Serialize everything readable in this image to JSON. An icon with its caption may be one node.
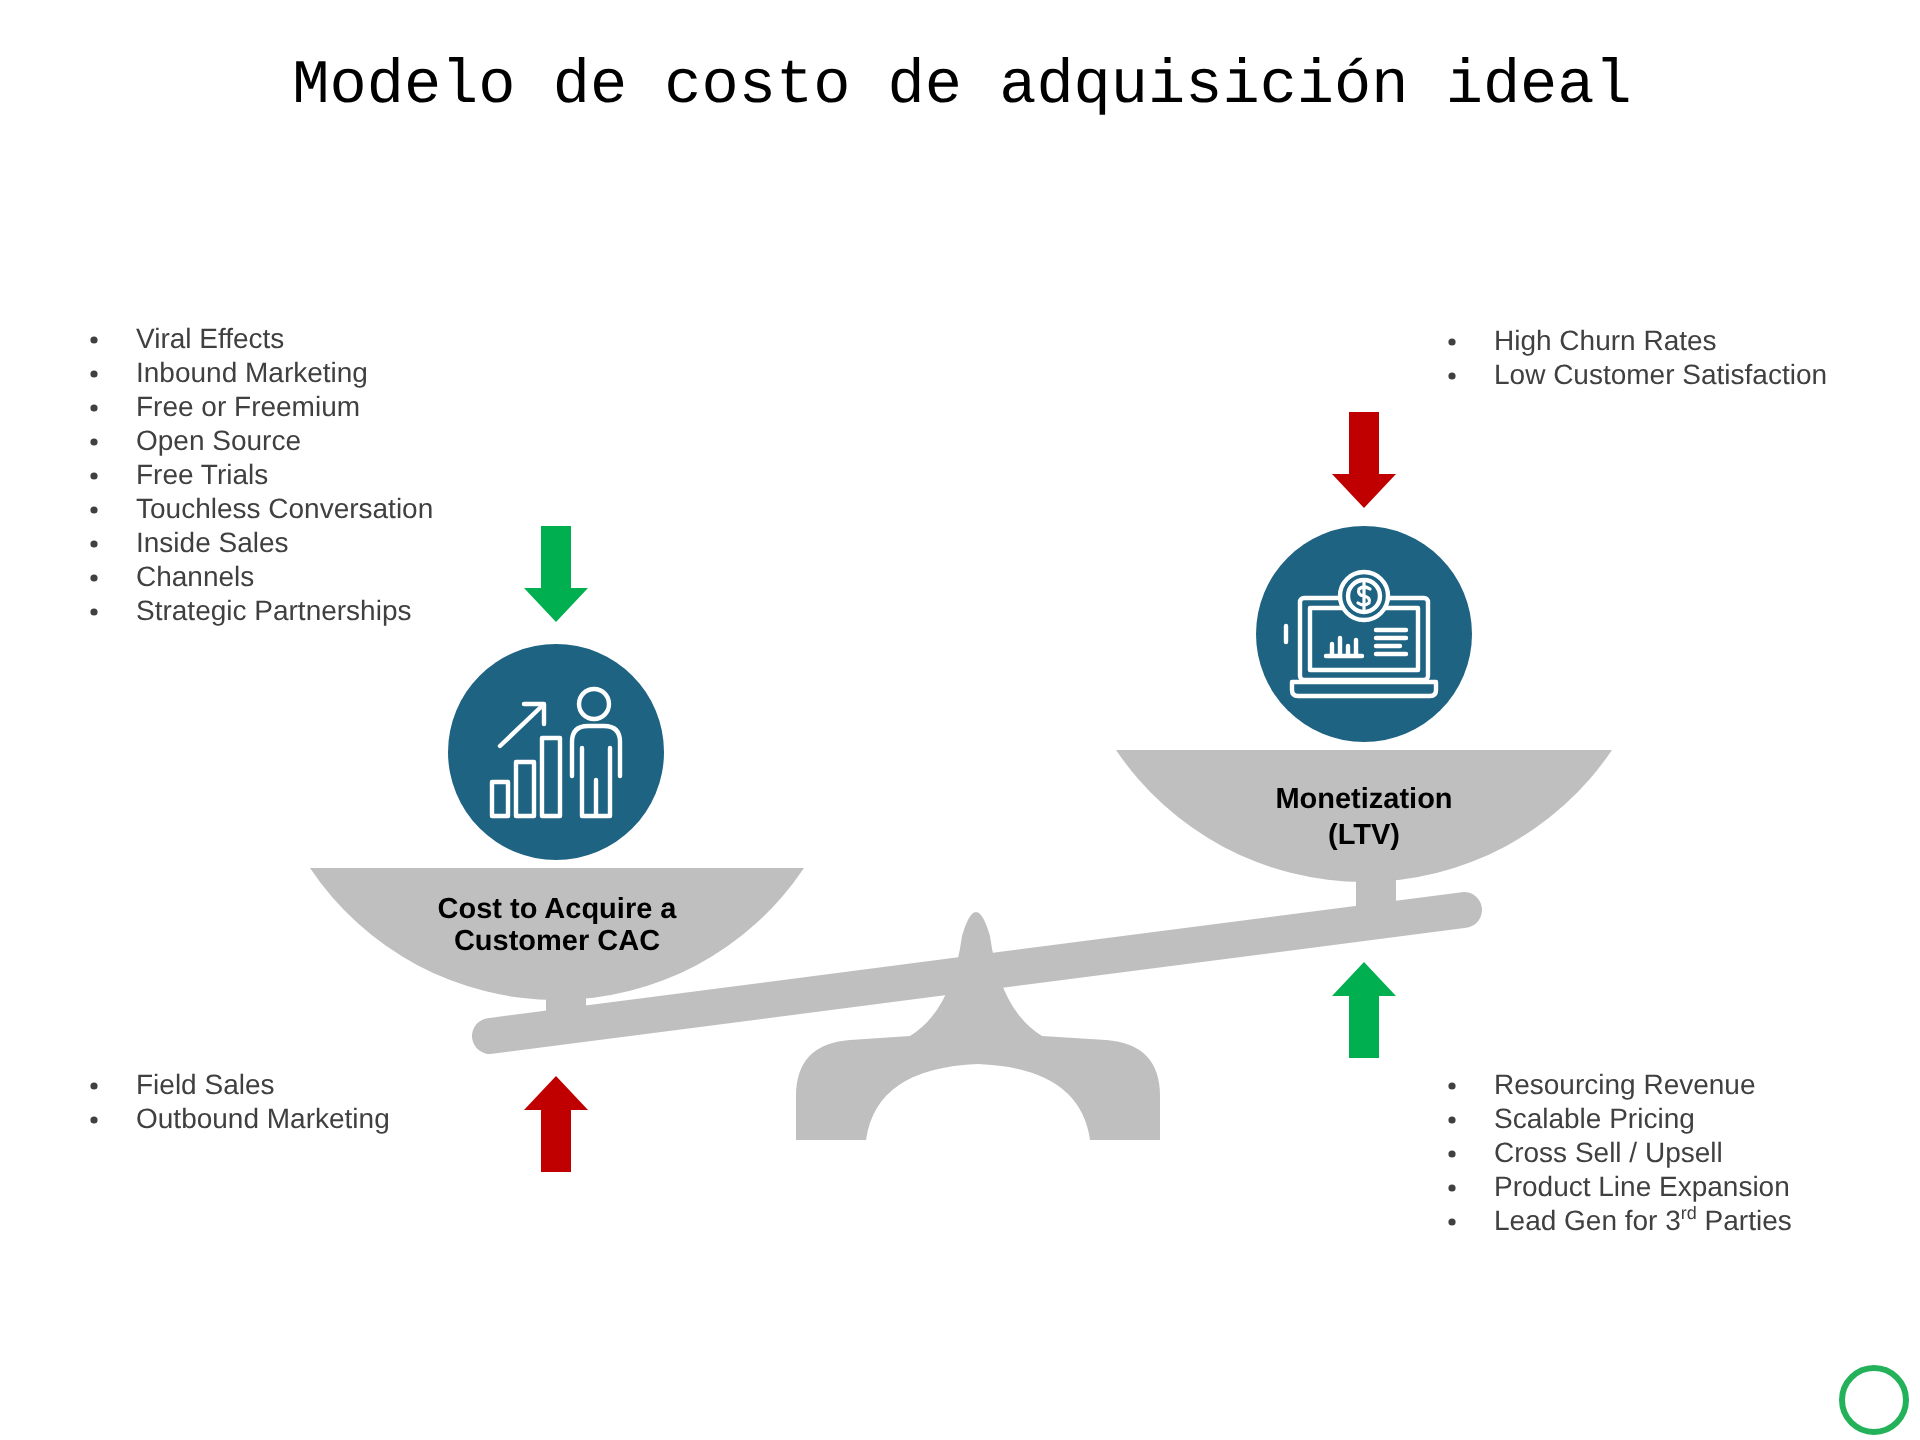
{
  "diagram": {
    "title": "Modelo de costo de adquisición ideal",
    "nodes": [
      {
        "text": [
          "Cost to Acquire a Customer CAC"
        ]
      },
      {
        "text": [
          "Monetization (LTV)"
        ]
      }
    ],
    "labels": [
      "Viral Effects",
      "Inbound Marketing",
      "Free or Freemium",
      "Open Source",
      "Free Trials",
      "Touchless Conversation",
      "Inside Sales",
      "Channels",
      "Strategic Partnerships",
      "High Churn Rates",
      "Low Customer Satisfaction",
      "Field Sales",
      "Outbound Marketing",
      "Resourcing Revenue",
      "Scalable Pricing",
      "Cross Sell / Upsell",
      "Product Line Expansion",
      "Lead Gen for 3$^{rd}$ Parties"
    ]
  }
}
